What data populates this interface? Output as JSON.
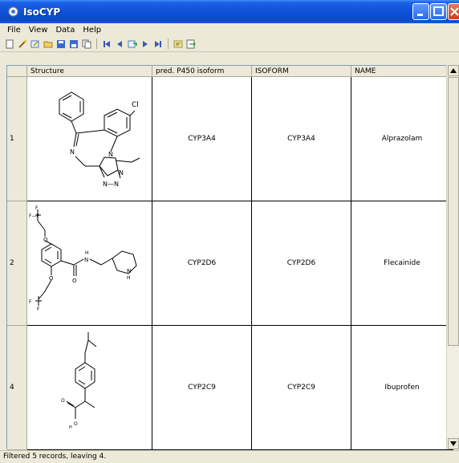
{
  "window": {
    "title": "IsoCYP"
  },
  "menu": [
    "File",
    "View",
    "Data",
    "Help"
  ],
  "columns": [
    "Structure",
    "pred. P450 isoform",
    "ISOFORM",
    "NAME"
  ],
  "rows": [
    {
      "id": "1",
      "pred": "CYP3A4",
      "isoform": "CYP3A4",
      "name": "Alprazolam",
      "atoms": {
        "cl": "Cl",
        "n1": "N",
        "n2": "N",
        "n3": "N",
        "n4": "N—N"
      }
    },
    {
      "id": "2",
      "pred": "CYP2D6",
      "isoform": "CYP2D6",
      "name": "Flecainide",
      "atoms": {
        "f_top": "F",
        "f_top2": "F—F",
        "o1": "O",
        "o2": "O",
        "o3": "O",
        "nh": "N",
        "h": "H",
        "n_ring": "N",
        "h2": "H",
        "f_bot": "F",
        "f_bot2": "F"
      }
    },
    {
      "id": "4",
      "pred": "CYP2C9",
      "isoform": "CYP2C9",
      "name": "Ibuprofen",
      "atoms": {
        "o1": "O",
        "o2": "O",
        "h": "H"
      }
    }
  ],
  "status": "Filtered 5 records, leaving 4."
}
